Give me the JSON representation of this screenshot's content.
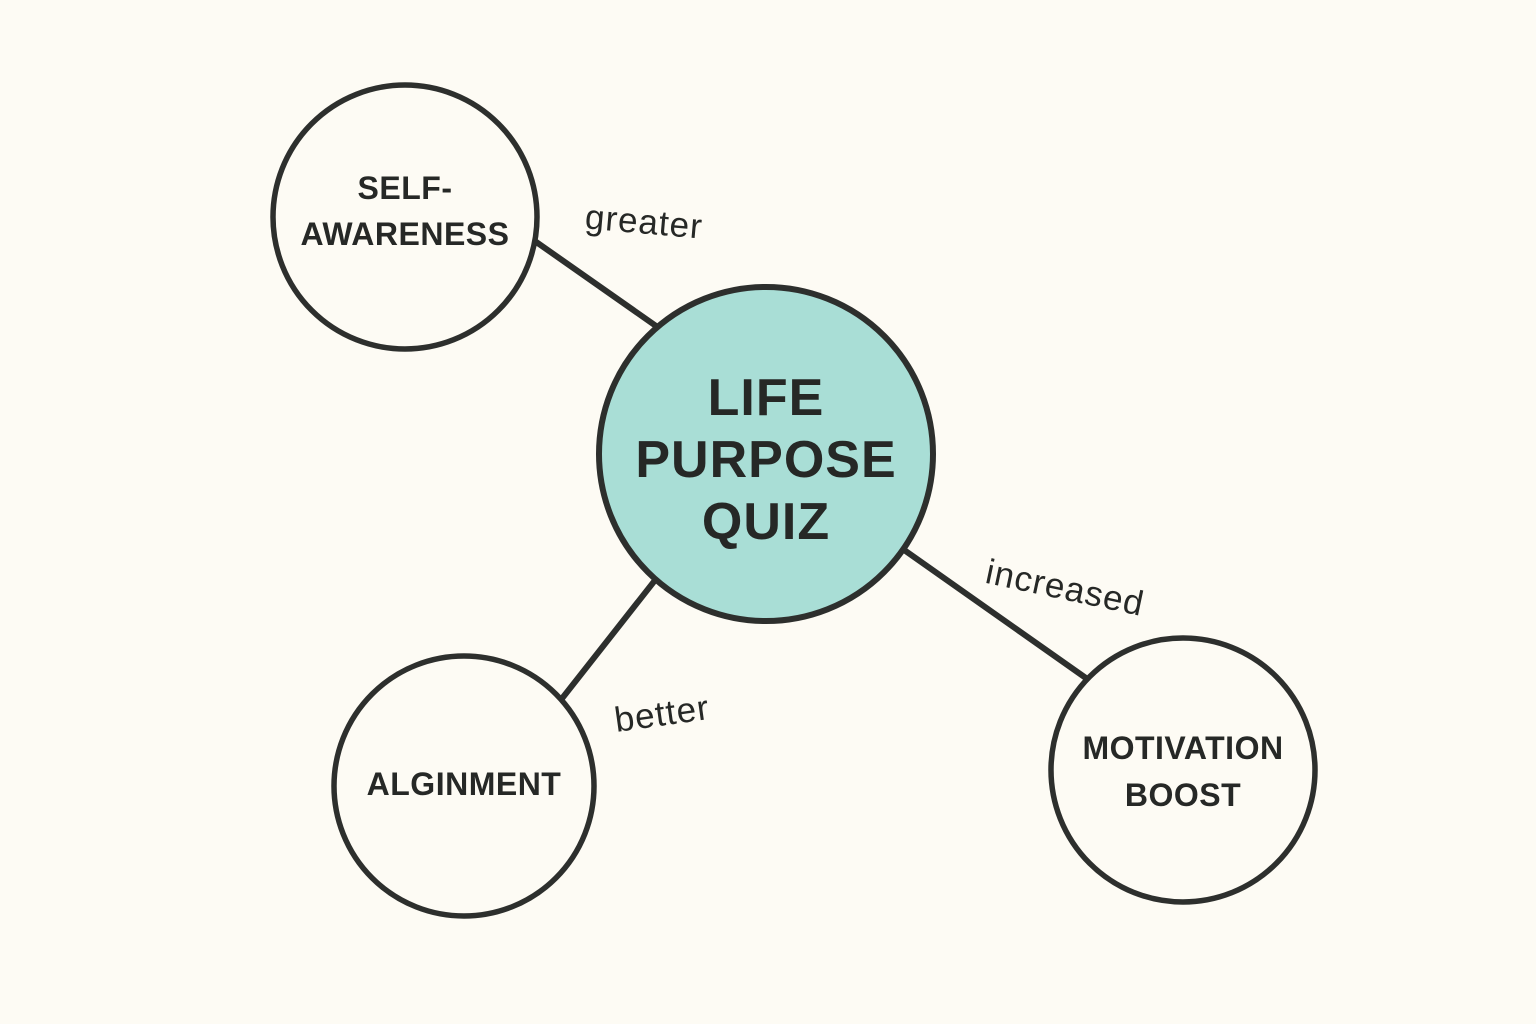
{
  "colors": {
    "background": "#fdfbf4",
    "stroke": "#2d2f2d",
    "ink": "#262826",
    "accent": "#a9ded6"
  },
  "diagram": {
    "central_node": {
      "id": "life-purpose-quiz",
      "label_lines": [
        "LIFE",
        "PURPOSE",
        "QUIZ"
      ]
    },
    "nodes": [
      {
        "id": "self-awareness",
        "label_lines": [
          "SELF-",
          "AWARENESS"
        ]
      },
      {
        "id": "alignment",
        "label_lines": [
          "ALGINMENT"
        ]
      },
      {
        "id": "motivation-boost",
        "label_lines": [
          "MOTIVATION",
          "BOOST"
        ]
      }
    ],
    "edges": [
      {
        "from": "life-purpose-quiz",
        "to": "self-awareness",
        "label": "greater"
      },
      {
        "from": "life-purpose-quiz",
        "to": "alignment",
        "label": "better"
      },
      {
        "from": "life-purpose-quiz",
        "to": "motivation-boost",
        "label": "increased"
      }
    ]
  }
}
